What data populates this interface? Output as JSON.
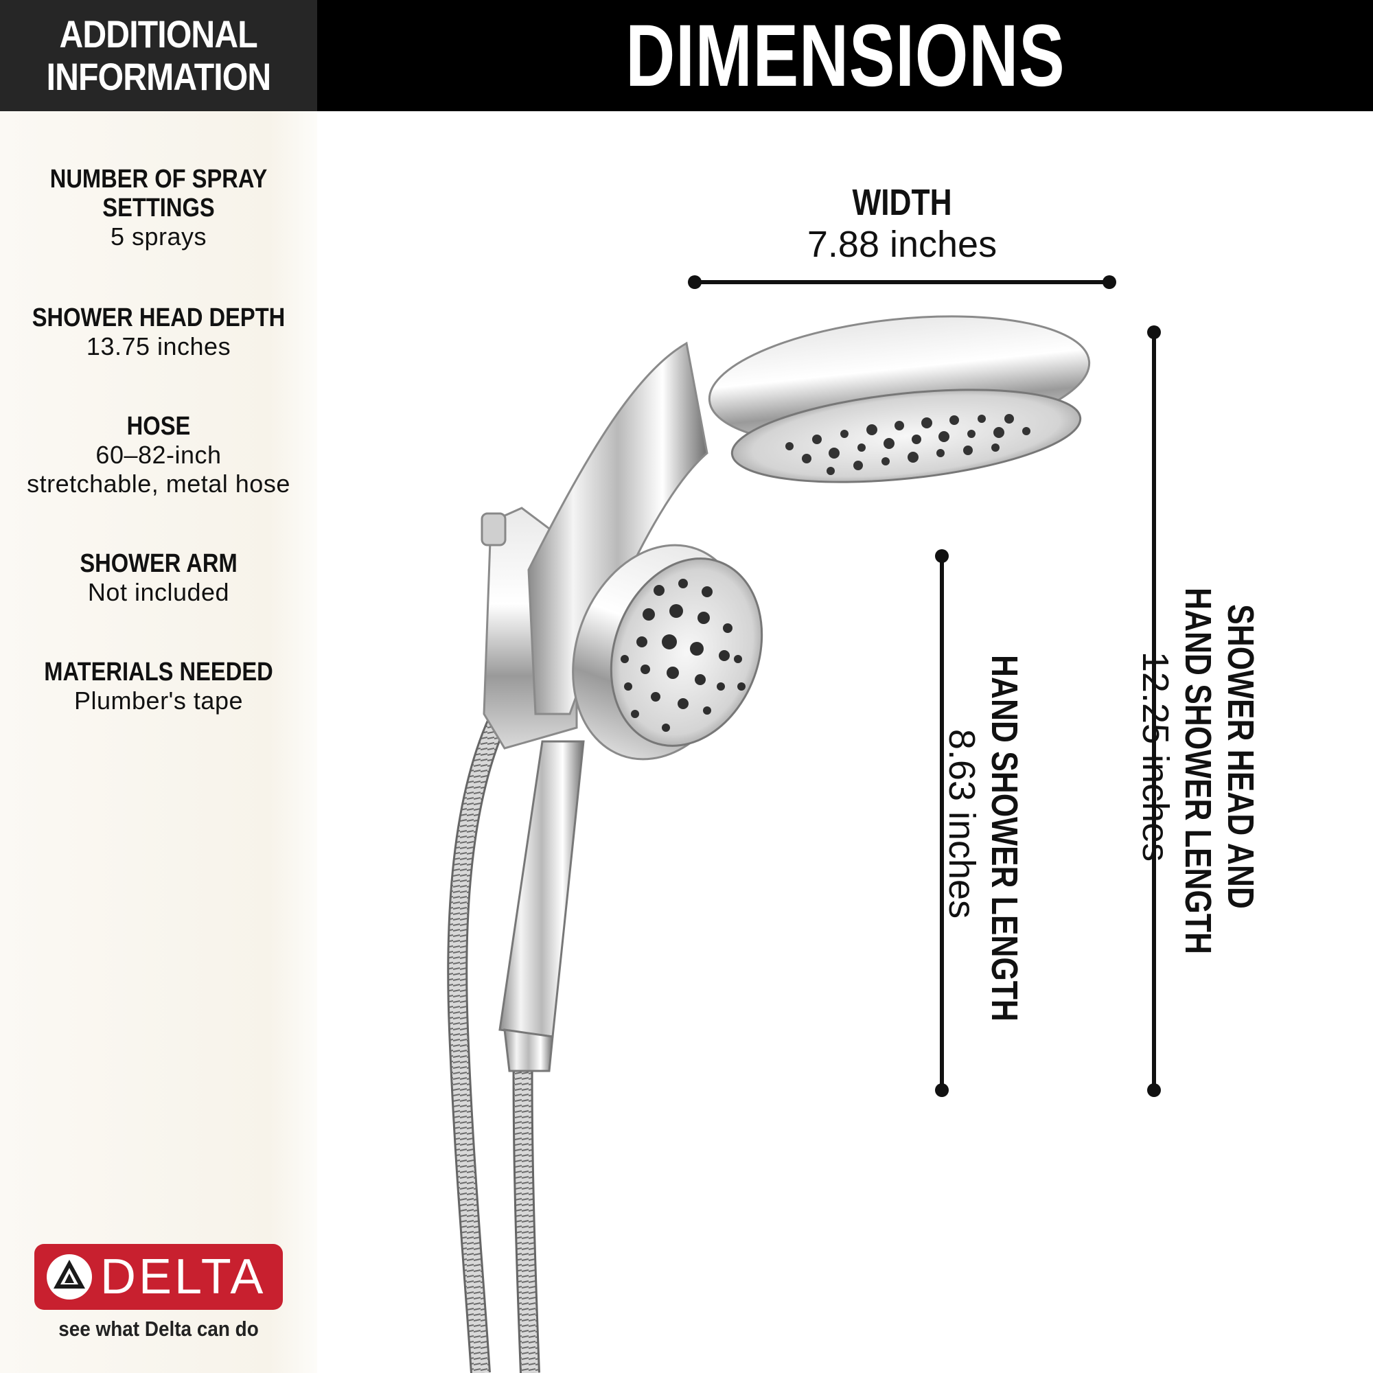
{
  "header": {
    "left_line1": "ADDITIONAL",
    "left_line2": "INFORMATION",
    "title": "DIMENSIONS"
  },
  "info": [
    {
      "label_line1": "NUMBER OF SPRAY",
      "label_line2": "SETTINGS",
      "value_line1": "5 sprays"
    },
    {
      "label_line1": "SHOWER HEAD DEPTH",
      "value_line1": "13.75 inches"
    },
    {
      "label_line1": "HOSE",
      "value_line1": "60–82-inch",
      "value_line2": "stretchable, metal hose"
    },
    {
      "label_line1": "SHOWER ARM",
      "value_line1": "Not included"
    },
    {
      "label_line1": "MATERIALS NEEDED",
      "value_line1": "Plumber's tape"
    }
  ],
  "brand": {
    "logo_text": "DELTA",
    "tagline": "see what Delta can do"
  },
  "dimensions": {
    "width": {
      "label": "WIDTH",
      "value": "7.88 inches"
    },
    "hand_shower": {
      "label": "HAND SHOWER LENGTH",
      "value": "8.63 inches"
    },
    "combined": {
      "label_line1": "SHOWER HEAD AND",
      "label_line2": "HAND SHOWER LENGTH",
      "value": "12.25 inches"
    }
  },
  "colors": {
    "header_left_bg": "#262626",
    "header_right_bg": "#000000",
    "brand_red": "#c8202f",
    "sidebar_bg": "#f7f3ea"
  }
}
